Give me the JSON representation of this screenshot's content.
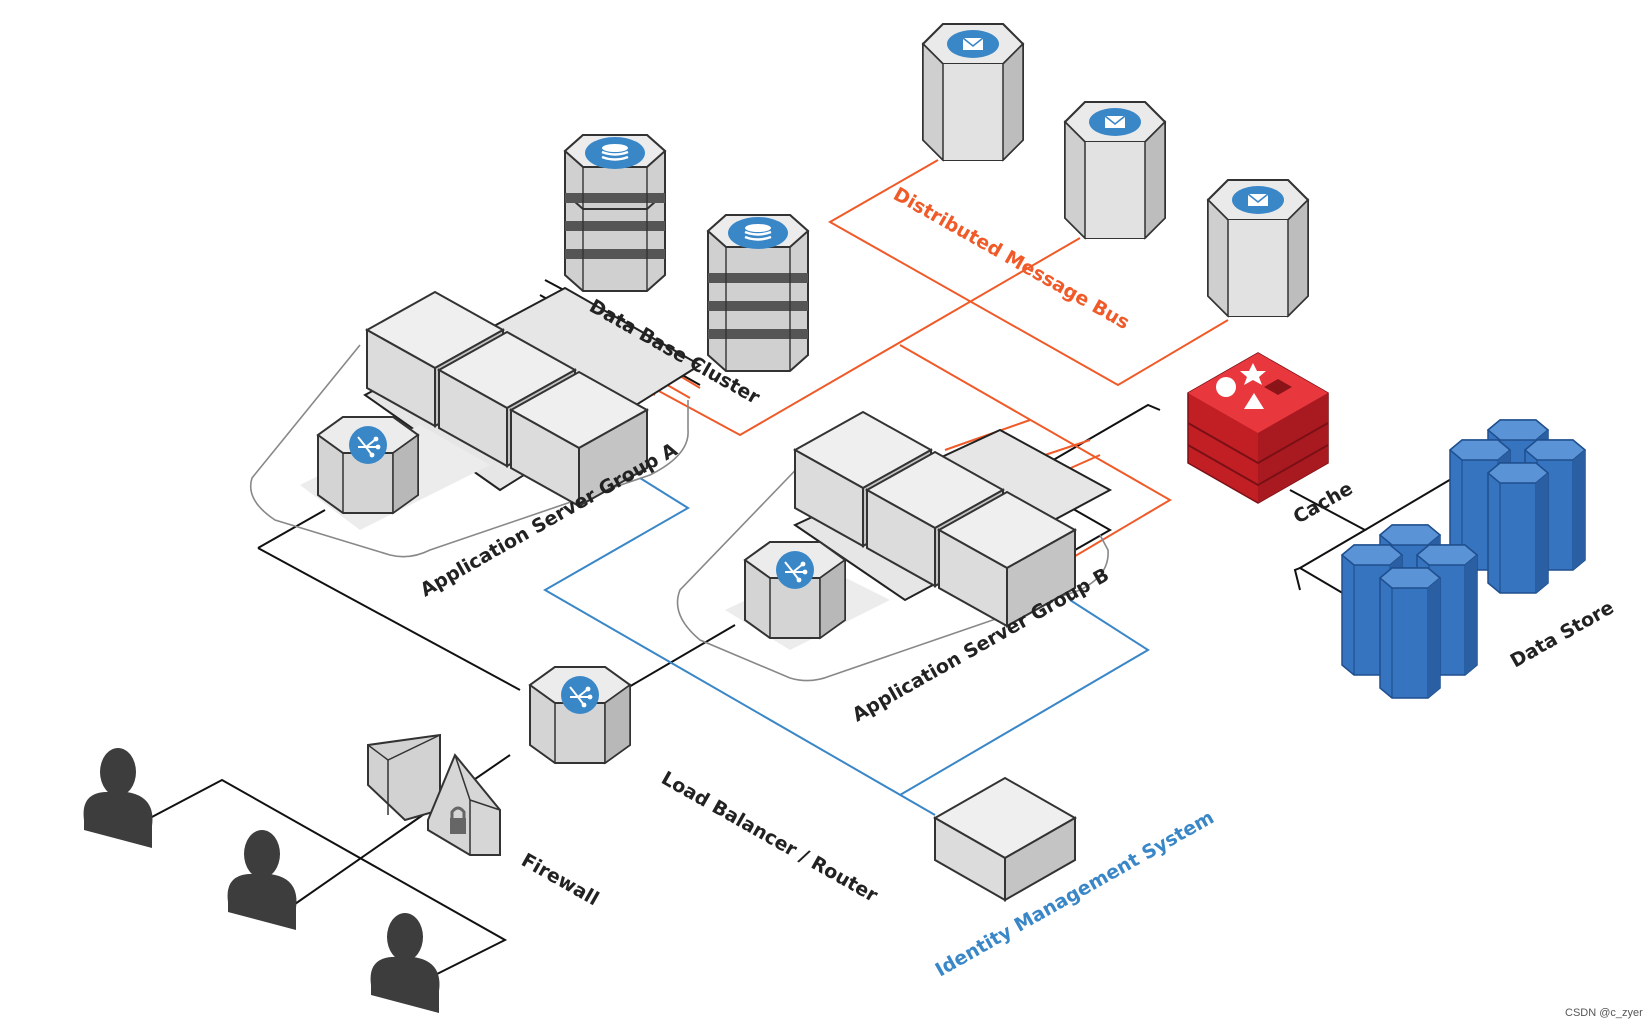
{
  "labels": {
    "data_base_cluster": "Data Base Cluster",
    "distributed_message_bus": "Distributed Message Bus",
    "app_group_a": "Application Server Group A",
    "app_group_b": "Application Server Group B",
    "cache": "Cache",
    "data_store": "Data Store",
    "load_balancer": "Load Balancer / Router",
    "firewall": "Firewall",
    "identity": "Identity Management System",
    "watermark": "CSDN @c_zyer"
  },
  "icons": {
    "database": "database-icon",
    "message": "envelope-icon",
    "router": "router-icon",
    "user": "user-icon",
    "lock": "lock-icon"
  },
  "colors": {
    "message_bus": "#f05a28",
    "identity_link": "#3a87c8",
    "cache": "#d9262c",
    "data_store": "#3674c0",
    "node_face": "#e3e3e3",
    "icon_badge": "#3a87c8",
    "user": "#3d3d3d"
  }
}
